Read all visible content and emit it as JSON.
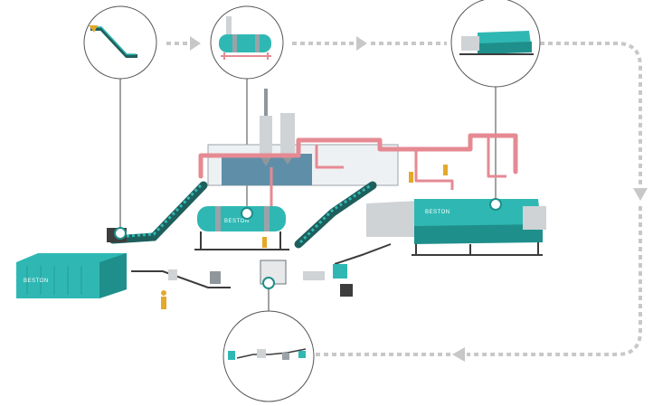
{
  "brand_label": "BESTON",
  "colors": {
    "machine_teal": "#2fb8b3",
    "pipe_pink": "#e58a93",
    "flow_arrow_grey": "#c8c8c8",
    "worker_yellow": "#e4a92a"
  },
  "callouts": [
    {
      "id": "belt-conveyor",
      "icon": "inclined-conveyor-icon"
    },
    {
      "id": "drying-drum",
      "icon": "rotary-drum-dryer-icon"
    },
    {
      "id": "carbonization-furnace",
      "icon": "carbonization-furnace-icon"
    },
    {
      "id": "cooling-discharge-line",
      "icon": "discharge-line-icon"
    }
  ],
  "flow_direction": "clockwise"
}
